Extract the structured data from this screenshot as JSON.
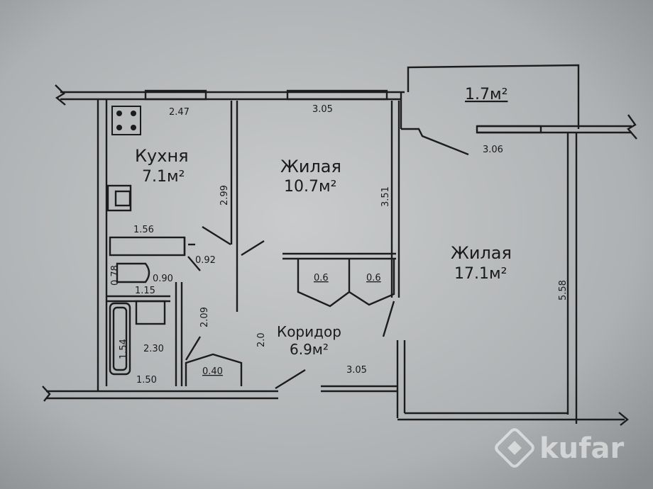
{
  "rooms": {
    "kitchen": {
      "name": "Кухня",
      "area": "7.1м²"
    },
    "living_small": {
      "name": "Жилая",
      "area": "10.7м²"
    },
    "living_large": {
      "name": "Жилая",
      "area": "17.1м²"
    },
    "corridor": {
      "name": "Коридор",
      "area": "6.9м²"
    },
    "balcony": {
      "area": "1.7м²"
    }
  },
  "dimensions": {
    "kitchen_width": "2.47",
    "kitchen_depth": "2.99",
    "living_small_width": "3.05",
    "living_small_depth": "3.51",
    "living_large_width_top": "3.06",
    "living_large_width_bottom": "3.05",
    "living_large_depth": "5.58",
    "closet_1": "0.6",
    "closet_2": "0.6",
    "wc_width": "1.56",
    "door_092": "0.92",
    "wc_depth": "0.78",
    "sink": "0.90",
    "basin": "1.15",
    "bath_length": "1.54",
    "bath_side": "2.09",
    "bath_width": "2.30",
    "bath_bottom": "1.50",
    "niche": "0.40",
    "corridor_depth": "2.0"
  },
  "watermark": {
    "brand": "kufar"
  }
}
